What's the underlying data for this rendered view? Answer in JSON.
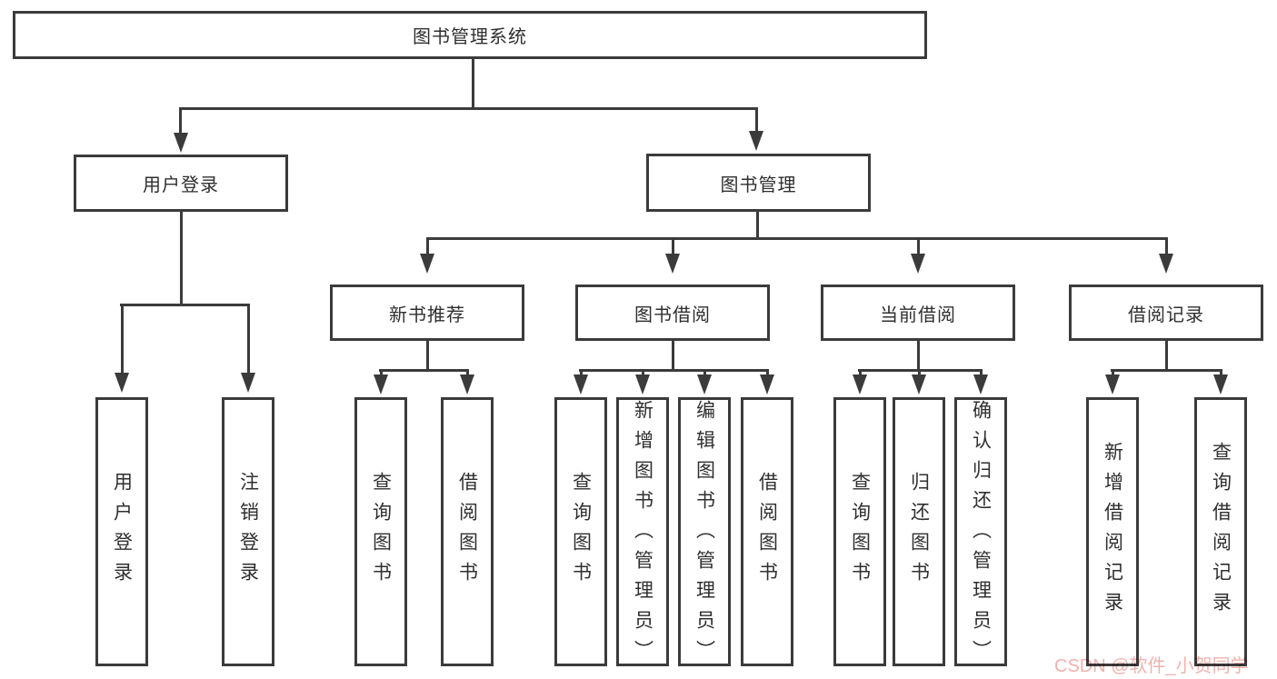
{
  "colors": {
    "line": "#3b3b3b",
    "text": "#2f2f2f",
    "watermark": "#f0b2ad",
    "background": "#ffffff"
  },
  "root": {
    "label": "图书管理系统"
  },
  "login_branch": {
    "label": "用户登录",
    "children": [
      "用户登录",
      "注销登录"
    ]
  },
  "management_branch": {
    "label": "图书管理",
    "groups": [
      {
        "label": "新书推荐",
        "children": [
          "查询图书",
          "借阅图书"
        ]
      },
      {
        "label": "图书借阅",
        "children": [
          "查询图书",
          "新增图书（管理员）",
          "编辑图书（管理员）",
          "借阅图书"
        ]
      },
      {
        "label": "当前借阅",
        "children": [
          "查询图书",
          "归还图书",
          "确认归还（管理员）"
        ]
      },
      {
        "label": "借阅记录",
        "children": [
          "新增借阅记录",
          "查询借阅记录"
        ]
      }
    ]
  },
  "watermark": {
    "text": "CSDN @软件_小贺同学"
  }
}
